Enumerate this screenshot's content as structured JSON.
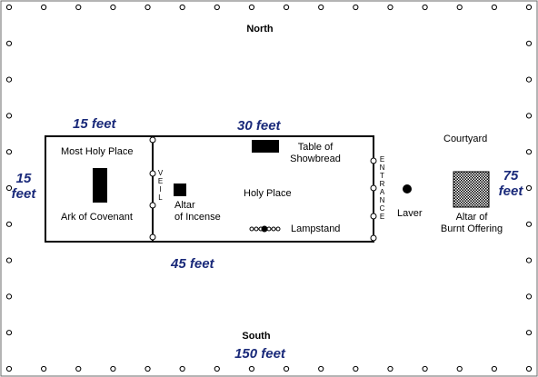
{
  "directions": {
    "north": "North",
    "south": "South"
  },
  "areas": {
    "courtyard": "Courtyard",
    "most_holy_place": "Most Holy Place",
    "holy_place": "Holy Place"
  },
  "items": {
    "ark": "Ark of Covenant",
    "altar_incense_line1": "Altar",
    "altar_incense_line2": "of Incense",
    "table_line1": "Table of",
    "table_line2": "Showbread",
    "lampstand": "Lampstand",
    "laver": "Laver",
    "burnt_line1": "Altar of",
    "burnt_line2": "Burnt Offering"
  },
  "vertical_labels": {
    "veil": [
      "V",
      "E",
      "I",
      "L"
    ],
    "entrance": [
      "E",
      "N",
      "T",
      "R",
      "A",
      "N",
      "C",
      "E"
    ]
  },
  "dimensions": {
    "most_holy_width": "15 feet",
    "tabernacle_length": "30 feet",
    "tabernacle_total": "45 feet",
    "width_left_1": "15",
    "width_left_2": "feet",
    "width_right_1": "75",
    "width_right_2": "feet",
    "court_length": "150 feet"
  },
  "colors": {
    "dimension_text": "#1a2a7a",
    "line": "#000000",
    "background": "#ffffff"
  }
}
